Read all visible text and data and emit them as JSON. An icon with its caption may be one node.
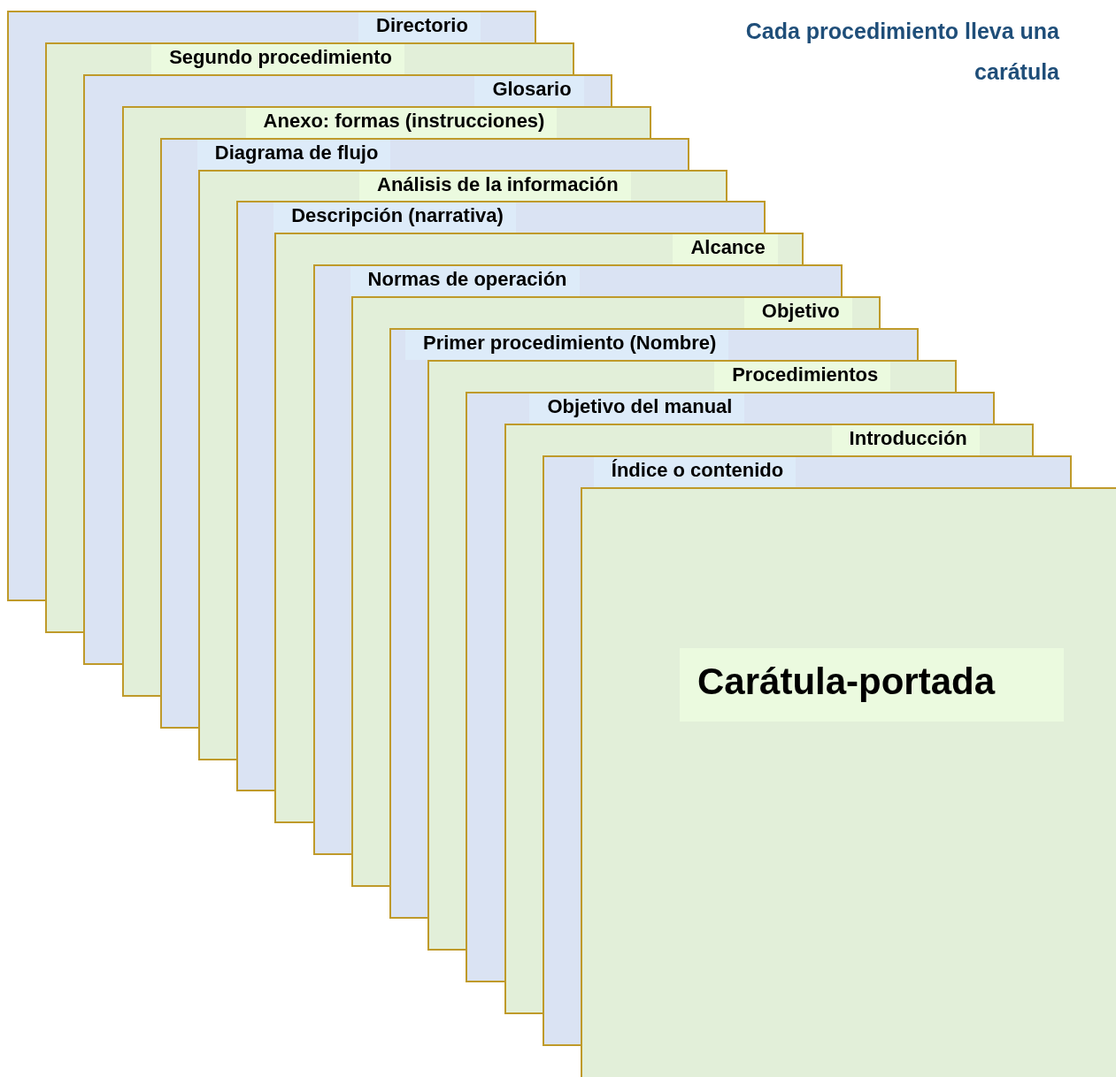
{
  "diagram": {
    "title": "Cada procedimiento lleva una carátula",
    "nodes": [
      {
        "text": [
          "Directorio"
        ]
      },
      {
        "text": [
          "Segundo procedimiento"
        ]
      },
      {
        "text": [
          "Glosario"
        ]
      },
      {
        "text": [
          "Anexo: formas (instrucciones)"
        ]
      },
      {
        "text": [
          "Diagrama de flujo"
        ]
      },
      {
        "text": [
          "Análisis de la información"
        ]
      },
      {
        "text": [
          "Descripción (narrativa)"
        ]
      },
      {
        "text": [
          "Alcance"
        ]
      },
      {
        "text": [
          "Normas de operación"
        ]
      },
      {
        "text": [
          "Objetivo"
        ]
      },
      {
        "text": [
          "Primer procedimiento (Nombre)"
        ]
      },
      {
        "text": [
          "Procedimientos"
        ]
      },
      {
        "text": [
          "Objetivo del manual"
        ]
      },
      {
        "text": [
          "Introducción"
        ]
      },
      {
        "text": [
          "Índice o contenido"
        ]
      },
      {
        "text": [
          "Carátula-portada"
        ]
      }
    ]
  }
}
